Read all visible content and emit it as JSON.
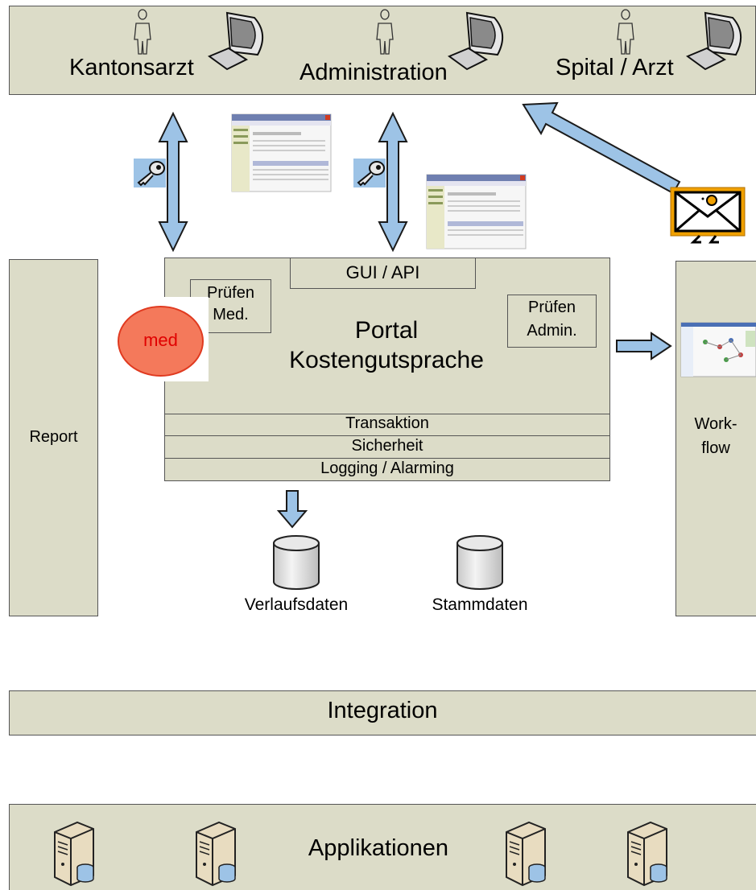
{
  "top_bar": {
    "actors": [
      {
        "label": "Kantonsarzt"
      },
      {
        "label": "Administration"
      },
      {
        "label": "Spital / Arzt"
      }
    ]
  },
  "portal": {
    "gui_api": "GUI / API",
    "title_line1": "Portal",
    "title_line2": "Kostengutsprache",
    "pruefen_med_line1": "Prüfen",
    "pruefen_med_line2": "Med.",
    "pruefen_admin_line1": "Prüfen",
    "pruefen_admin_line2": "Admin.",
    "med_badge": "med",
    "layers": [
      "Transaktion",
      "Sicherheit",
      "Logging / Alarming"
    ]
  },
  "report": {
    "label": "Report"
  },
  "workflow": {
    "line1": "Work-",
    "line2": "flow"
  },
  "databases": [
    {
      "label": "Verlaufsdaten"
    },
    {
      "label": "Stammdaten"
    }
  ],
  "integration": {
    "label": "Integration"
  },
  "applications": {
    "label": "Applikationen"
  },
  "colors": {
    "panel": "#dcdcc8",
    "arrow_fill": "#9dc3e6",
    "arrow_stroke": "#1a1a1a",
    "med_fill": "#f4795b",
    "med_text": "#e00000",
    "envelope_border": "#f0a000"
  },
  "icons": [
    "person-icon",
    "computer-icon",
    "key-icon",
    "envelope-icon",
    "database-icon",
    "server-icon",
    "screenshot-thumbnail"
  ]
}
